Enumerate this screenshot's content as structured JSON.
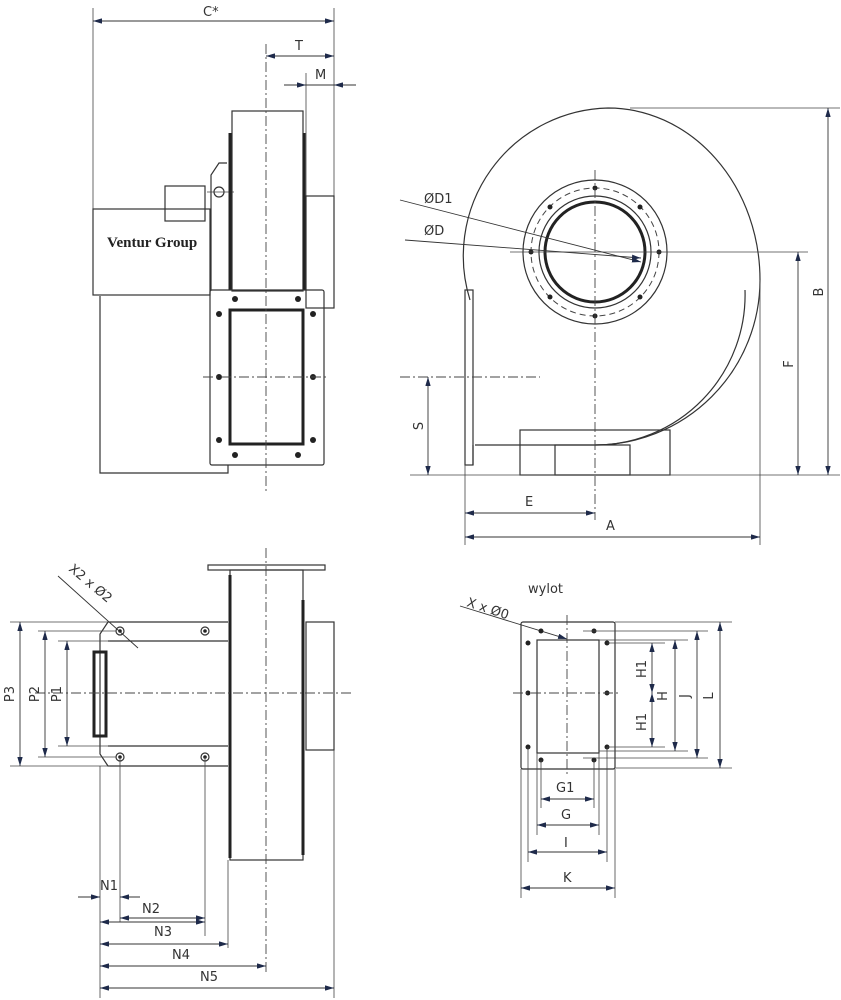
{
  "title": "Fan dimension drawing",
  "brand": "Ventur Group",
  "side_view": {
    "C": "C*",
    "T": "T",
    "M": "M"
  },
  "front_view": {
    "D1": "ØD1",
    "D": "ØD",
    "B": "B",
    "F": "F",
    "S": "S",
    "E": "E",
    "A": "A"
  },
  "base_view": {
    "X2": "X2 x Ø2",
    "P1": "P1",
    "P2": "P2",
    "P3": "P3",
    "N1": "N1",
    "N2": "N2",
    "N3": "N3",
    "N4": "N4",
    "N5": "N5"
  },
  "outlet_view": {
    "title": "wylot",
    "holes": "X x Ø0",
    "H1a": "H1",
    "H1b": "H1",
    "H": "H",
    "J": "J",
    "L": "L",
    "G1": "G1",
    "G": "G",
    "I": "I",
    "K": "K"
  }
}
